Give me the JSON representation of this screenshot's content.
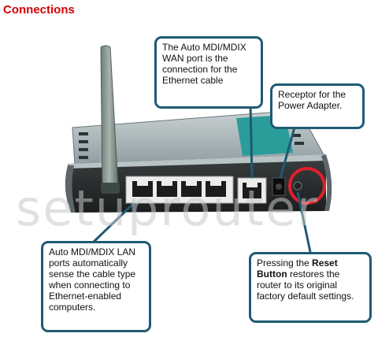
{
  "page": {
    "title": "Connections"
  },
  "watermark": "setuprouter",
  "callouts": {
    "wan": "The Auto MDI/MDIX WAN port is the connection for the Ethernet cable",
    "power": "Receptor for the Power Adapter.",
    "lan": "Auto MDI/MDIX LAN ports automatically sense the cable type when connecting to Ethernet-enabled computers.",
    "reset_prefix": "Pressing the ",
    "reset_bold": "Reset Button",
    "reset_suffix": " restores the router to its original factory default settings."
  },
  "colors": {
    "title": "#d40000",
    "callout_border": "#1f5a73",
    "reset_highlight": "#e0202a"
  }
}
